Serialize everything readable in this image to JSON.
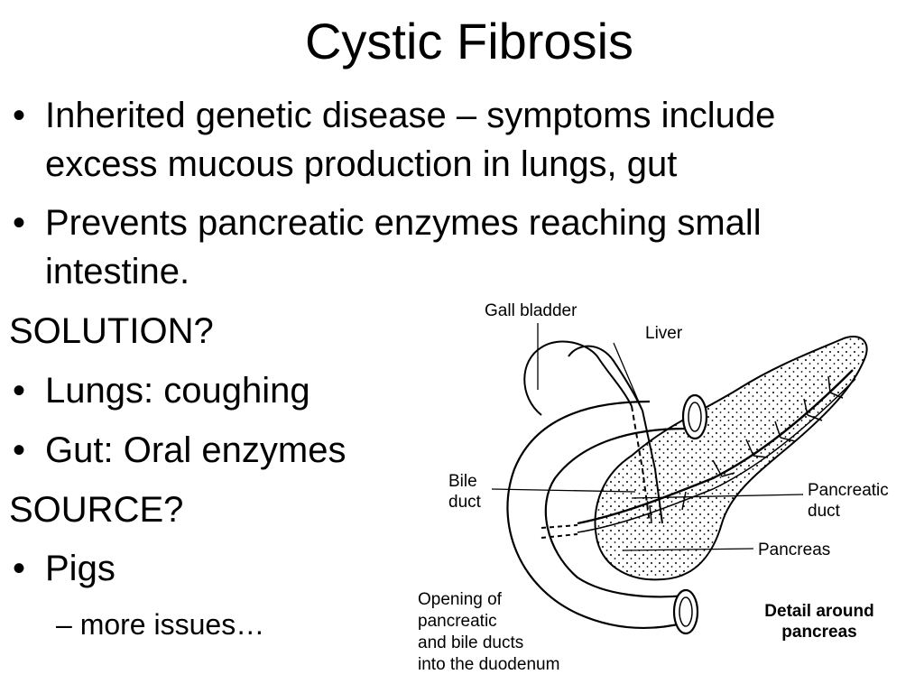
{
  "slide": {
    "title": "Cystic Fibrosis",
    "bullets": [
      {
        "line1": "Inherited genetic disease – symptoms include",
        "line2": "excess mucous production in lungs, gut"
      },
      {
        "line1": "Prevents pancreatic enzymes reaching small",
        "line2": "intestine."
      }
    ],
    "solution_heading": "SOLUTION?",
    "solution_bullets": [
      "Lungs: coughing",
      "Gut: Oral enzymes"
    ],
    "source_heading": "SOURCE?",
    "source_bullets": [
      "Pigs"
    ],
    "source_sub": "– more issues…",
    "bullet_char": "•"
  },
  "diagram": {
    "labels": {
      "gall_bladder": "Gall bladder",
      "liver": "Liver",
      "bile_duct_1": "Bile",
      "bile_duct_2": "duct",
      "pancreatic_duct_1": "Pancreatic",
      "pancreatic_duct_2": "duct",
      "pancreas": "Pancreas",
      "opening_1": "Opening of",
      "opening_2": "pancreatic",
      "opening_3": "and bile ducts",
      "opening_4": "into the duodenum",
      "detail_1": "Detail around",
      "detail_2": "pancreas"
    }
  }
}
